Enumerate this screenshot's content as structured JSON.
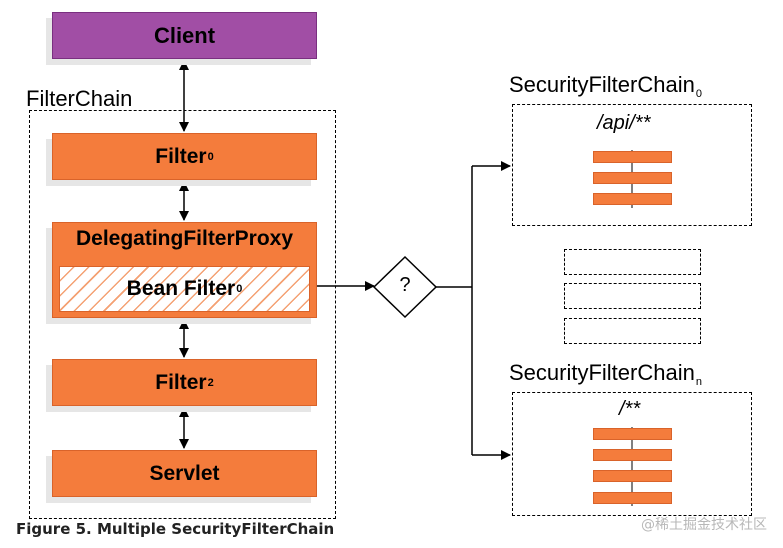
{
  "client": {
    "label": "Client"
  },
  "filter_chain": {
    "title": "FilterChain",
    "filter0": {
      "label": "Filter",
      "sub": "0"
    },
    "delegating_proxy": {
      "label": "DelegatingFilterProxy"
    },
    "bean_filter": {
      "label": "Bean Filter",
      "sub": "0"
    },
    "filter2": {
      "label": "Filter",
      "sub": "2"
    },
    "servlet": {
      "label": "Servlet"
    }
  },
  "decision": {
    "label": "?"
  },
  "security_chain_0": {
    "title": "SecurityFilterChain",
    "sub": "0",
    "pattern": "/api/**"
  },
  "security_chain_n": {
    "title": "SecurityFilterChain",
    "sub": "n",
    "pattern": "/**"
  },
  "caption": "Figure 5. Multiple SecurityFilterChain",
  "watermark": "@稀土掘金技术社区",
  "colors": {
    "client": "#a14ea5",
    "filter": "#f47c3c",
    "border": "#000000"
  }
}
